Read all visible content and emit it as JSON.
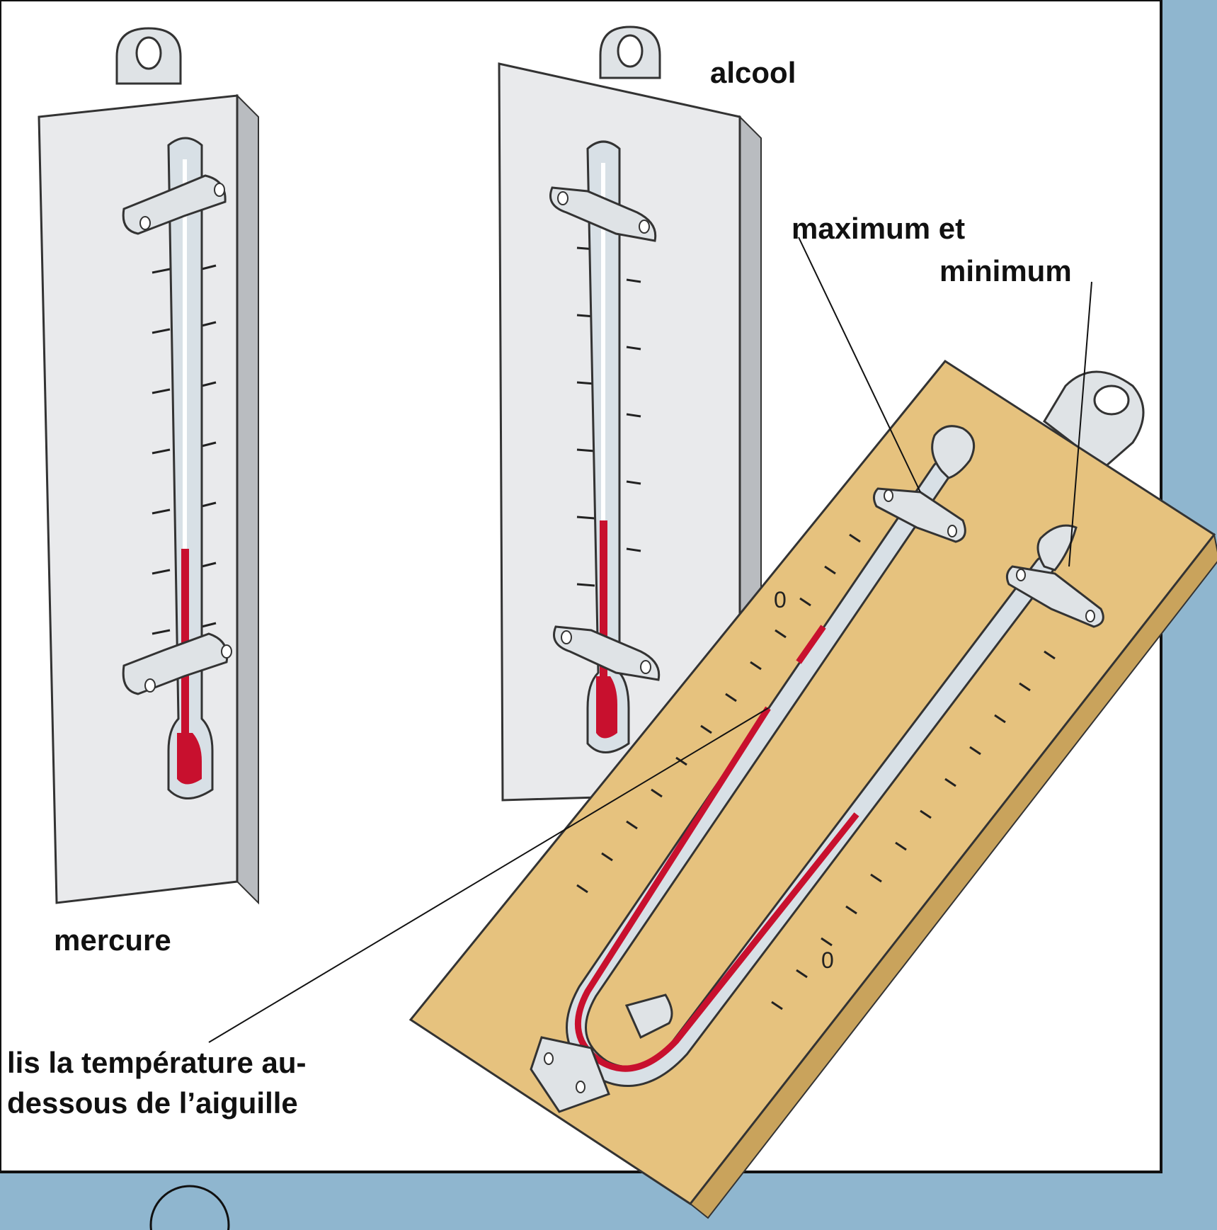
{
  "labels": {
    "alcool": "alcool",
    "maxmin_line1": "maximum et",
    "maxmin_line2": "minimum",
    "mercure": "mercure",
    "reading_line1": "lis la température au-",
    "reading_line2": "dessous de l’aiguille"
  },
  "scale_marks": {
    "max_zero": "0",
    "min_zero": "0"
  },
  "colors": {
    "background": "#8fb6cf",
    "panel": "#ffffff",
    "wood": "#e6c27e",
    "liquid": "#c8102e",
    "glass": "#d8e0e6"
  }
}
